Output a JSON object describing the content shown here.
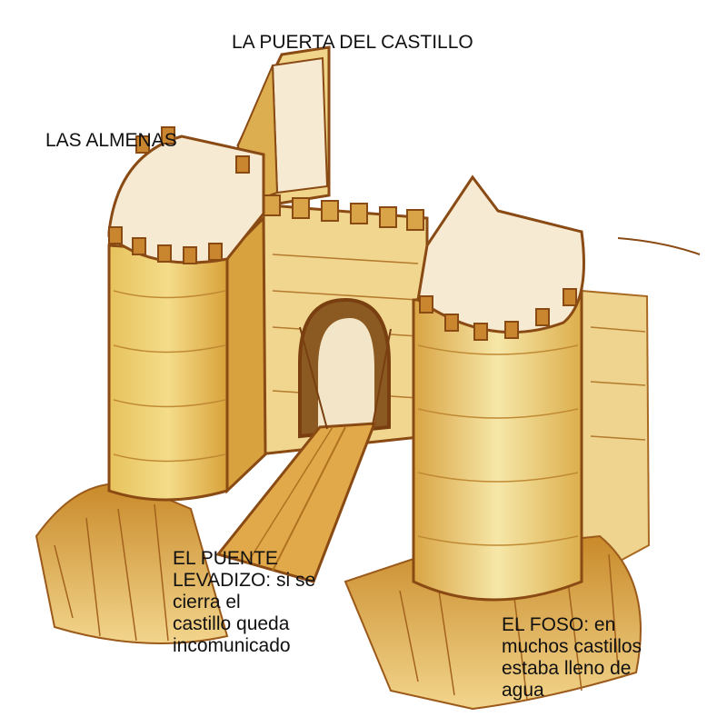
{
  "labels": {
    "gate": "LA PUERTA DEL CASTILLO",
    "battlements": "LAS ALMENAS",
    "drawbridge": [
      "EL PUENTE",
      "LEVADIZO: si se",
      "cierra el",
      "castillo queda",
      "incomunicado"
    ],
    "moat": [
      "EL FOSO:  en",
      "muchos castillos",
      "estaba lleno de",
      "agua"
    ]
  },
  "colors": {
    "stone_light": "#f5e3a3",
    "stone_mid": "#e8bf5a",
    "stone_dark": "#b8761f",
    "outline": "#8a4a14",
    "roof": "#f6ead2",
    "text": "#111111"
  }
}
